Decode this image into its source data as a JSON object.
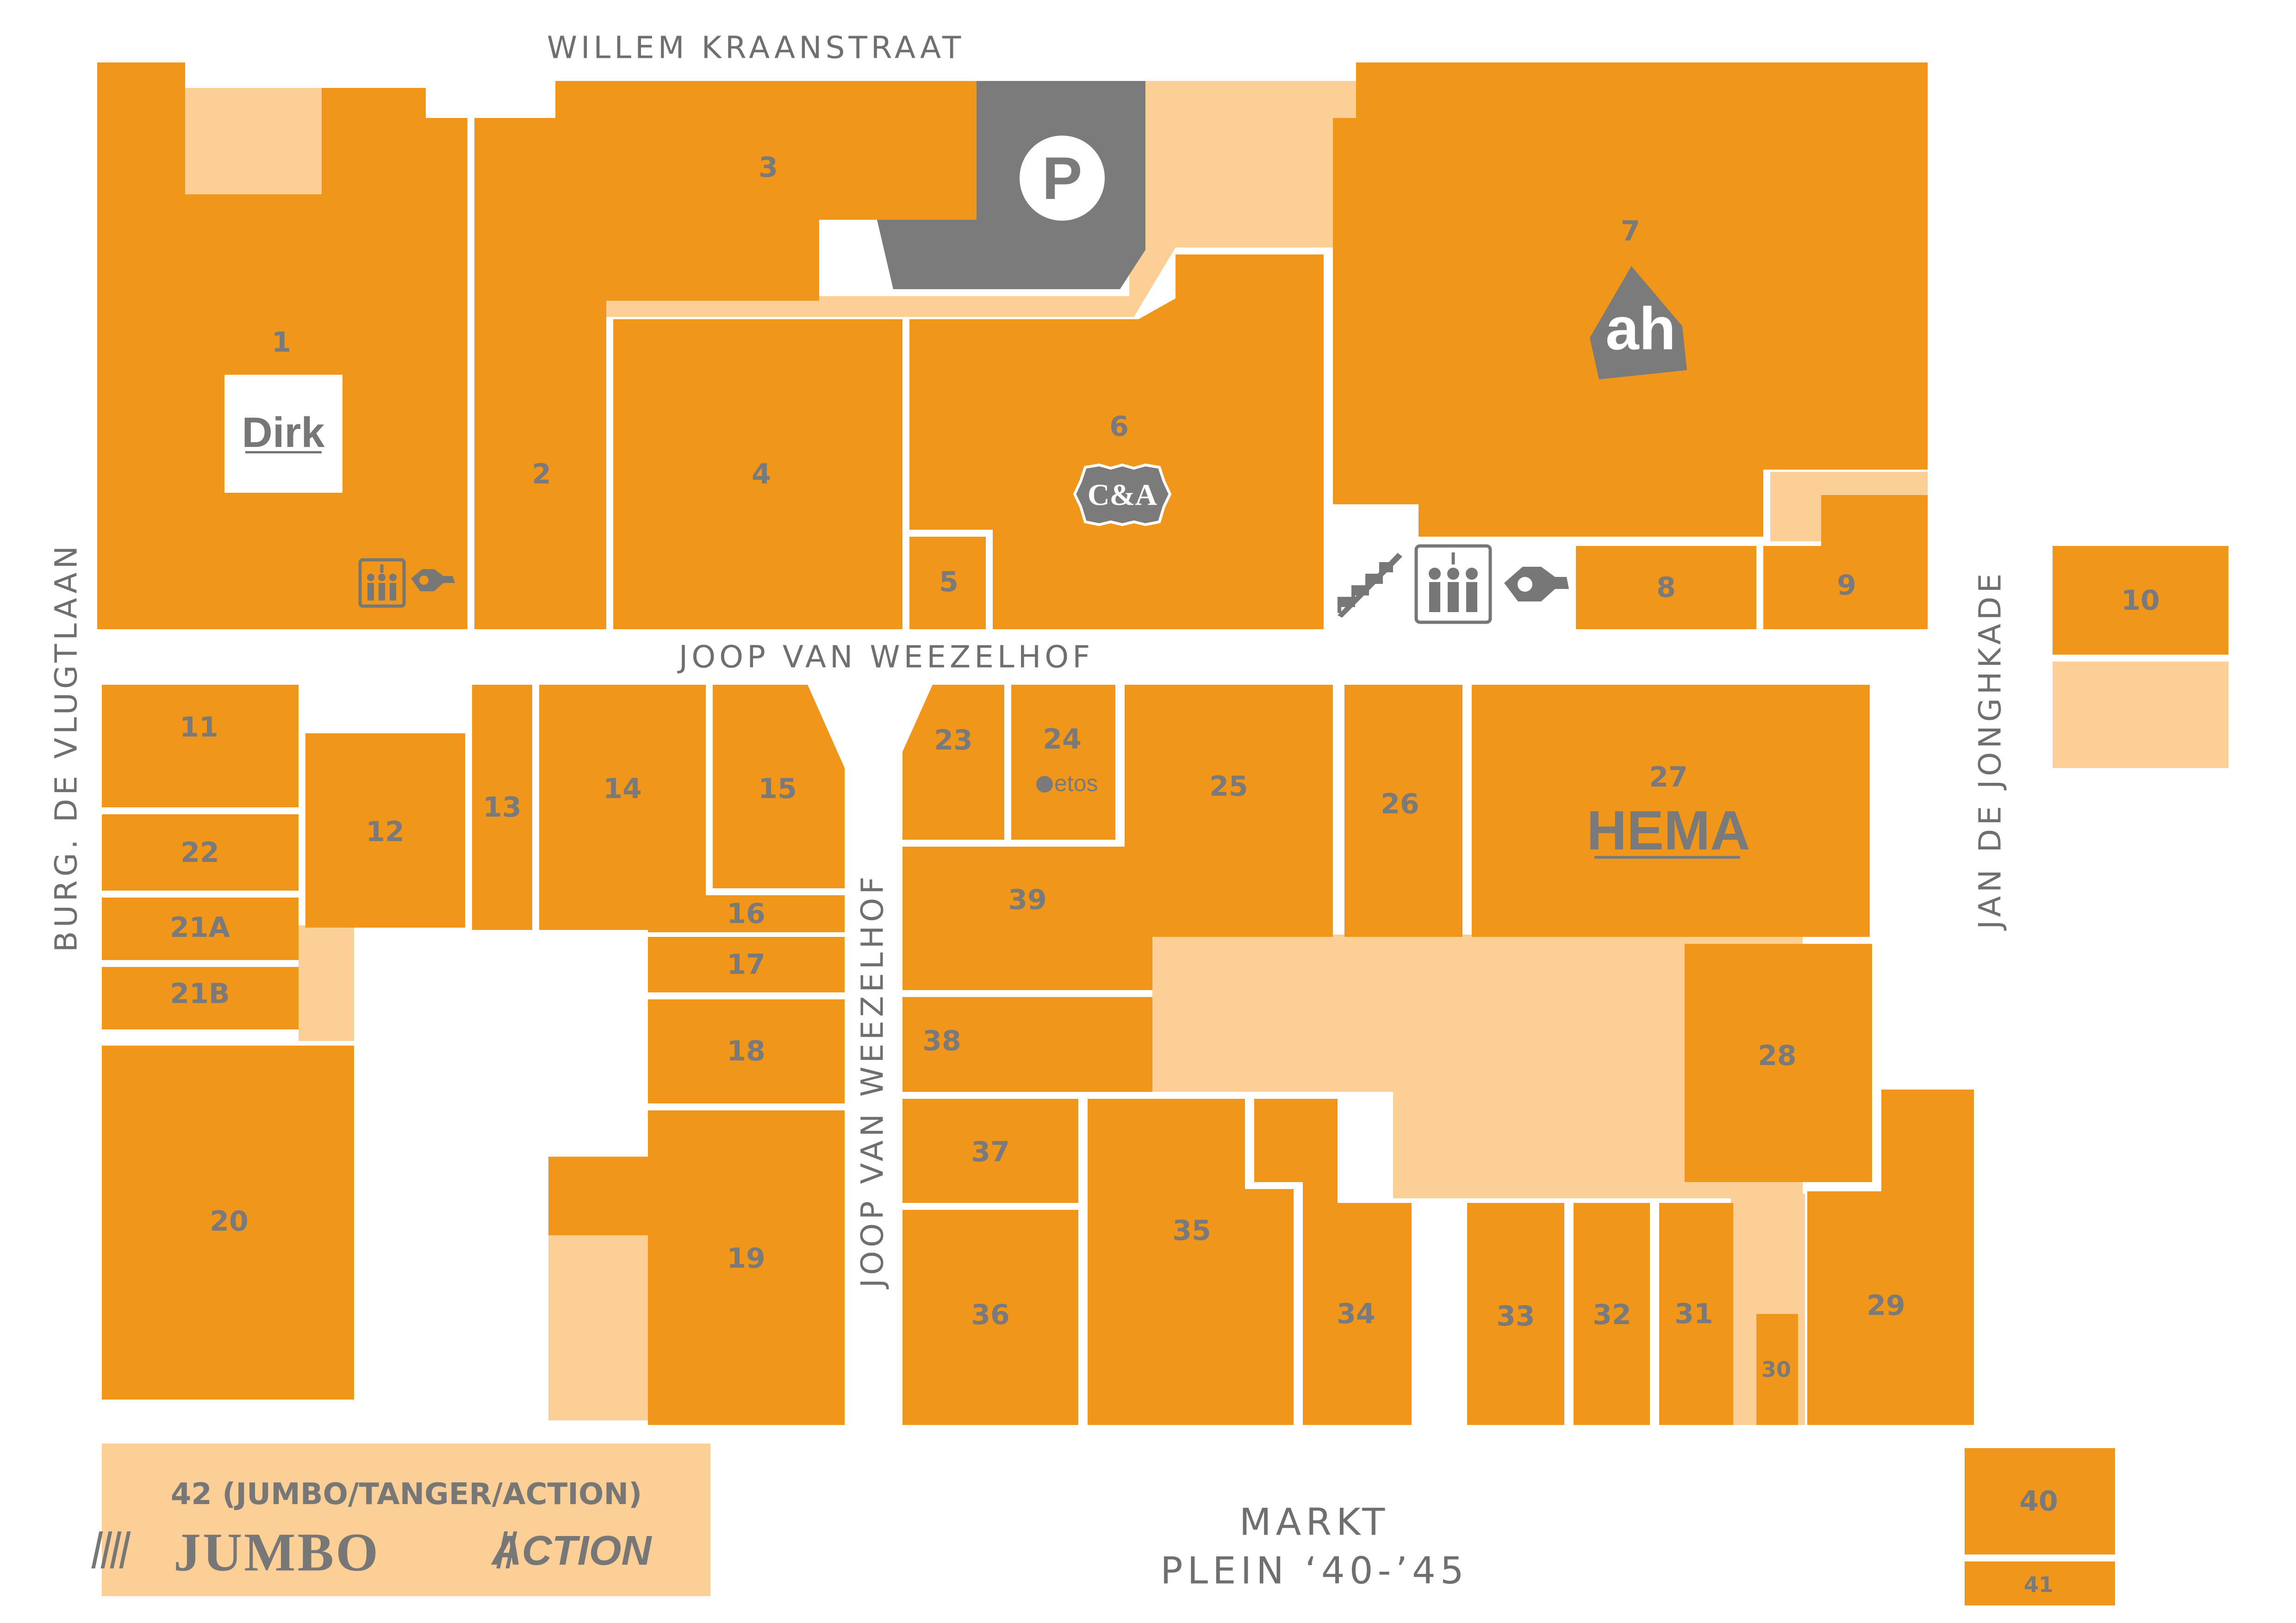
{
  "streets": {
    "north": "WILLEM KRAANSTRAAT",
    "middle": "JOOP VAN WEEZELHOF",
    "vertical_center": "JOOP VAN WEEZELHOF",
    "west": "BURG. DE VLUGTLAAN",
    "east": "JAN DE JONGHKADE"
  },
  "market": {
    "line1": "MARKT",
    "line2": "PLEIN ‘40-’45"
  },
  "units": {
    "u1": "1",
    "u2": "2",
    "u3": "3",
    "u4": "4",
    "u5": "5",
    "u6": "6",
    "u7": "7",
    "u8": "8",
    "u9": "9",
    "u10": "10",
    "u11": "11",
    "u12": "12",
    "u13": "13",
    "u14": "14",
    "u15": "15",
    "u16": "16",
    "u17": "17",
    "u18": "18",
    "u19": "19",
    "u20": "20",
    "u21a": "21A",
    "u21b": "21B",
    "u22": "22",
    "u23": "23",
    "u24": "24",
    "u25": "25",
    "u26": "26",
    "u27": "27",
    "u28": "28",
    "u29": "29",
    "u30": "30",
    "u31": "31",
    "u32": "32",
    "u33": "33",
    "u34": "34",
    "u35": "35",
    "u36": "36",
    "u37": "37",
    "u38": "38",
    "u39": "39",
    "u40": "40",
    "u41": "41"
  },
  "zone42": {
    "label": "42 (JUMBO/TANGER/ACTION)"
  },
  "brands": {
    "dirk": "Dirk",
    "ca": "C&A",
    "ah": "ah",
    "etos": "etos",
    "hema": "HEMA",
    "jumbo": "JUMBO",
    "action": "ACTION",
    "parking": "P"
  },
  "icons": {
    "elevator": "elevator-icon",
    "escalator": "escalator-icon",
    "stairs": "stairs-icon",
    "parking": "parking-icon"
  },
  "colors": {
    "unit": "#f0961b",
    "walkway": "#fbcf95",
    "parking": "#7b7b7b",
    "text": "#7a7a7a"
  }
}
